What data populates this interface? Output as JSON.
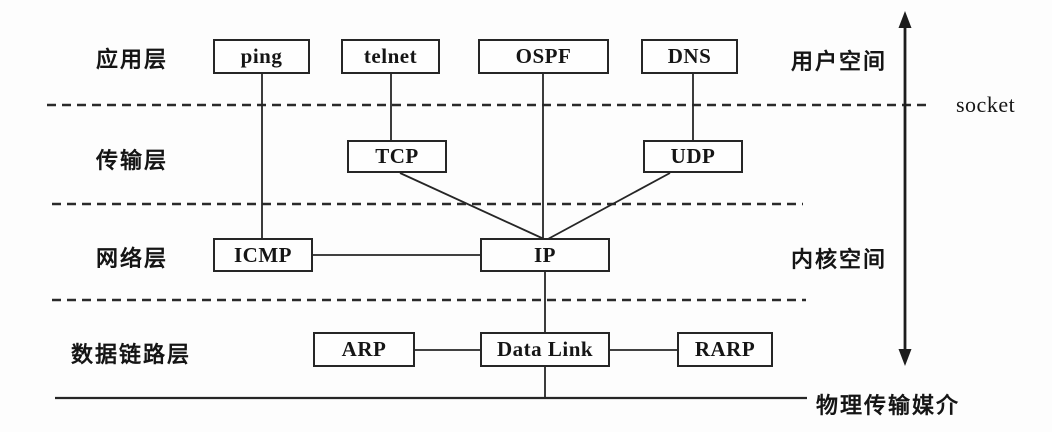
{
  "diagram": {
    "layer_labels": {
      "application": "应用层",
      "transport": "传输层",
      "network": "网络层",
      "data_link": "数据链路层"
    },
    "region_labels": {
      "user_space": "用户空间",
      "kernel_space": "内核空间",
      "socket": "socket",
      "physical_medium": "物理传输媒介"
    },
    "nodes": {
      "ping": "ping",
      "telnet": "telnet",
      "ospf": "OSPF",
      "dns": "DNS",
      "tcp": "TCP",
      "udp": "UDP",
      "icmp": "ICMP",
      "ip": "IP",
      "arp": "ARP",
      "data_link": "Data Link",
      "rarp": "RARP"
    },
    "edges": [
      {
        "from": "ping",
        "to": "ICMP"
      },
      {
        "from": "telnet",
        "to": "TCP"
      },
      {
        "from": "OSPF",
        "to": "IP"
      },
      {
        "from": "DNS",
        "to": "UDP"
      },
      {
        "from": "TCP",
        "to": "IP"
      },
      {
        "from": "UDP",
        "to": "IP"
      },
      {
        "from": "ICMP",
        "to": "IP"
      },
      {
        "from": "IP",
        "to": "Data Link"
      },
      {
        "from": "ARP",
        "to": "Data Link"
      },
      {
        "from": "Data Link",
        "to": "RARP"
      },
      {
        "from": "Data Link",
        "to": "physical medium"
      }
    ],
    "colors": {
      "line": "#262626",
      "background": "#fdfdfd",
      "text": "#151515",
      "box_fill": "#fefefe"
    }
  }
}
